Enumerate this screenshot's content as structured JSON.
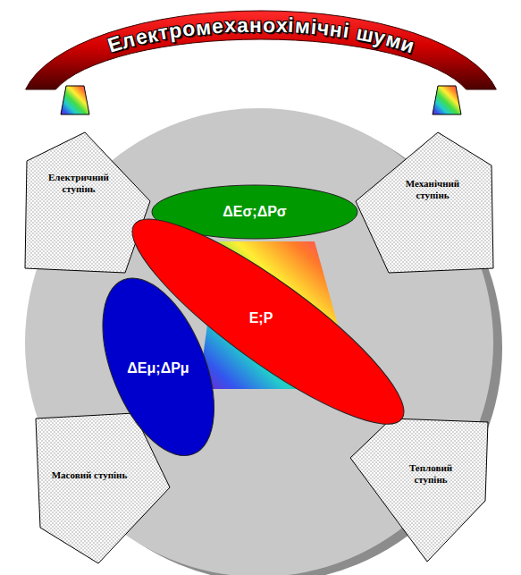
{
  "diagram": {
    "nodes": [
      {
        "text": [
          "Електромеханохімічні шуми"
        ]
      },
      {
        "text": [
          "Електричний ступінь"
        ]
      },
      {
        "text": [
          "ΔEσ;ΔPσ"
        ]
      },
      {
        "text": [
          "Механічний ступінь"
        ]
      },
      {
        "text": [
          "E;P"
        ]
      },
      {
        "text": [
          "ΔEμ;ΔPμ"
        ]
      },
      {
        "text": [
          "Масовий ступінь"
        ]
      },
      {
        "text": [
          "Тепловий ступінь"
        ]
      }
    ]
  }
}
